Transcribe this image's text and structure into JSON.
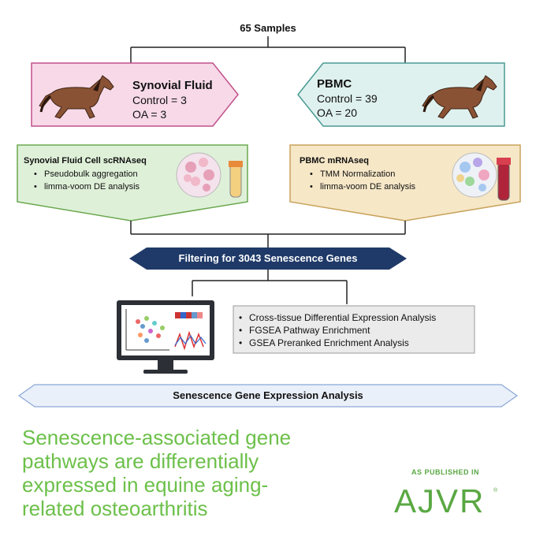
{
  "top_label": "65 Samples",
  "synovial": {
    "title": "Synovial Fluid",
    "lines": [
      "Control = 3",
      "OA = 3"
    ]
  },
  "pbmc": {
    "title": "PBMC",
    "lines": [
      "Control = 39",
      "OA = 20"
    ]
  },
  "synovial_seq": {
    "title": "Synovial Fluid Cell scRNAseq",
    "bullets": [
      "Pseudobulk aggregation",
      "limma-voom DE analysis"
    ]
  },
  "pbmc_seq": {
    "title": "PBMC mRNAseq",
    "bullets": [
      "TMM Normalization",
      "limma-voom DE analysis"
    ]
  },
  "filter_banner": "Filtering for 3043 Senescence Genes",
  "analysis_box": {
    "bullets": [
      "Cross-tissue Differential Expression Analysis",
      "FGSEA Pathway Enrichment",
      "GSEA Preranked Enrichment Analysis"
    ]
  },
  "bottom_banner": "Senescence Gene Expression Analysis",
  "headline": "Senescence-associated gene pathways are differentially expressed in equine aging-related osteoarthritis",
  "published": {
    "caption": "AS PUBLISHED IN",
    "journal": "AJVR"
  },
  "colors": {
    "pink_box": "#f7d9e8",
    "pink_border": "#c2508a",
    "teal_box": "#dff1ef",
    "teal_border": "#4a9a93",
    "green_box": "#dff0d8",
    "green_border": "#6aa84f",
    "tan_box": "#f6e7c7",
    "tan_border": "#c8a45d",
    "navy_banner": "#1f3a68",
    "light_banner": "#eaf0fa",
    "headline_green": "#6cc04a"
  }
}
